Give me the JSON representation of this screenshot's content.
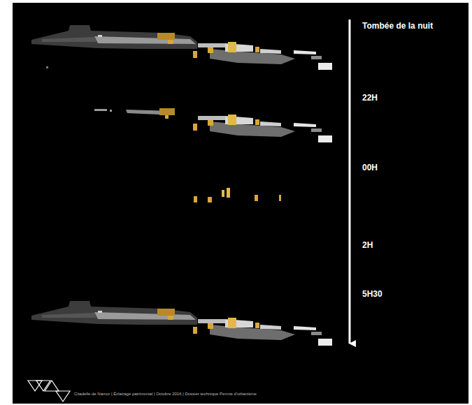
{
  "diagram": {
    "caption": "Citadelle de Namur | Éclairage patrimonial | Octobre 2016 | Dossier technique Permis d'urbanisme",
    "labels": [
      "Tombée de la nuit",
      "22H",
      "00H",
      "2H",
      "5H30"
    ]
  }
}
